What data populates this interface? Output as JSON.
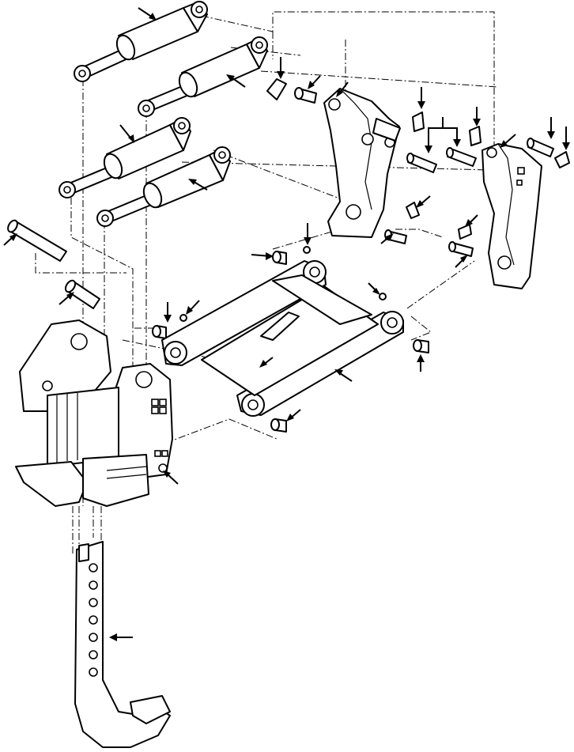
{
  "diagram": {
    "style": "exploded-view line drawing",
    "colors": {
      "ink": "#000000",
      "paper": "#ffffff"
    },
    "parts": [
      "hydraulic-cylinder",
      "hydraulic-cylinder",
      "hydraulic-cylinder",
      "hydraulic-cylinder",
      "pin",
      "pin",
      "mounting-bracket-left",
      "mounting-bracket-right",
      "lift-frame",
      "shank-carrier",
      "ripper-shank",
      "lock-plate",
      "pin",
      "bushing",
      "grease-fitting"
    ],
    "text": []
  }
}
